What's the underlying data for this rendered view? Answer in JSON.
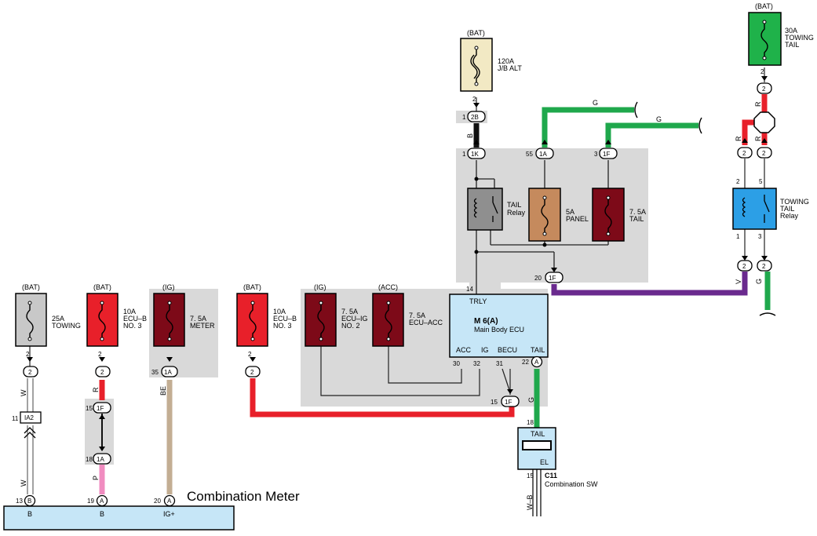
{
  "colors": {
    "bg_grey": "#d9d9d9",
    "fuse_grey": "#c8c8c8",
    "fuse_red": "#e8202a",
    "fuse_darkred": "#7d0a18",
    "fuse_cream": "#f2e9c4",
    "fuse_green": "#1fb24a",
    "fuse_brown": "#c58a5d",
    "relay_grey": "#8f8f8f",
    "relay_blue": "#2c9fe6",
    "ecu_blue": "#c6e6f7",
    "meter_blue": "#c6e6f7",
    "wire_red": "#e8202a",
    "wire_green": "#1fa84c",
    "wire_purple": "#6a2a8e",
    "wire_tan": "#c3ae93",
    "wire_pink": "#f08cc0",
    "wire_black": "#111111"
  },
  "fuses": {
    "towing25": {
      "source": "(BAT)",
      "rating": "25A",
      "name1": "TOWING",
      "name2": ""
    },
    "ecub_no3_a": {
      "source": "(BAT)",
      "rating": "10A",
      "name1": "ECU–B",
      "name2": "NO. 3"
    },
    "meter": {
      "source": "(IG)",
      "rating": "7. 5A",
      "name1": "METER",
      "name2": ""
    },
    "ecub_no3_b": {
      "source": "(BAT)",
      "rating": "10A",
      "name1": "ECU–B",
      "name2": "NO. 3"
    },
    "ecuig_no2": {
      "source": "(IG)",
      "rating": "7. 5A",
      "name1": "ECU–IG",
      "name2": "NO. 2"
    },
    "ecuacc": {
      "source": "(ACC)",
      "rating": "7. 5A",
      "name1": "ECU–ACC",
      "name2": ""
    },
    "jb_alt": {
      "source": "(BAT)",
      "rating": "120A",
      "name1": "J/B ALT",
      "name2": ""
    },
    "panel": {
      "rating": "5A",
      "name1": "PANEL"
    },
    "tail": {
      "rating": "7. 5A",
      "name1": "TAIL"
    },
    "towing_tail": {
      "source": "(BAT)",
      "rating": "30A",
      "name1": "TOWING",
      "name2": "TAIL"
    }
  },
  "relays": {
    "tail": {
      "name1": "TAIL",
      "name2": "Relay"
    },
    "towing_tail": {
      "name1": "TOWING",
      "name2": "TAIL",
      "name3": "Relay",
      "pin_top_l": "2",
      "pin_top_r": "5",
      "pin_bot_l": "1",
      "pin_bot_r": "3"
    }
  },
  "ecu": {
    "trly": "TRLY",
    "code": "M 6(A)",
    "name": "Main Body ECU",
    "pin_acc": "ACC",
    "pin_ig": "IG",
    "pin_becu": "BECU",
    "pin_tail": "TAIL",
    "pin14": "14",
    "pin30": "30",
    "pin32": "32",
    "pin31": "31",
    "pin22": "22"
  },
  "combination_meter": {
    "title": "Combination Meter",
    "pin_b1": "B",
    "pin_b2": "B",
    "pin_igp": "IG+",
    "pin13": "13",
    "pin19": "19",
    "pin20": "20"
  },
  "combination_sw": {
    "code": "C11",
    "name": "Combination SW",
    "tail": "TAIL",
    "el": "EL",
    "pin18": "18",
    "pin15": "15"
  },
  "connectors": {
    "c2": "2",
    "c1F": "1F",
    "c1A": "1A",
    "cA": "A",
    "cB": "B",
    "c2B": "2B",
    "c1K": "1K",
    "cIA2": "IA2"
  },
  "pins": {
    "p1": "1",
    "p2": "2",
    "p3": "3",
    "p11": "11",
    "p13": "13",
    "p15": "15",
    "p18": "18",
    "p19": "19",
    "p20": "20",
    "p22": "22",
    "p35": "35",
    "p55": "55"
  },
  "wire_labels": {
    "W": "W",
    "R": "R",
    "P": "P",
    "BE": "BE",
    "G": "G",
    "B": "B",
    "V": "V",
    "WB": "W–B"
  }
}
